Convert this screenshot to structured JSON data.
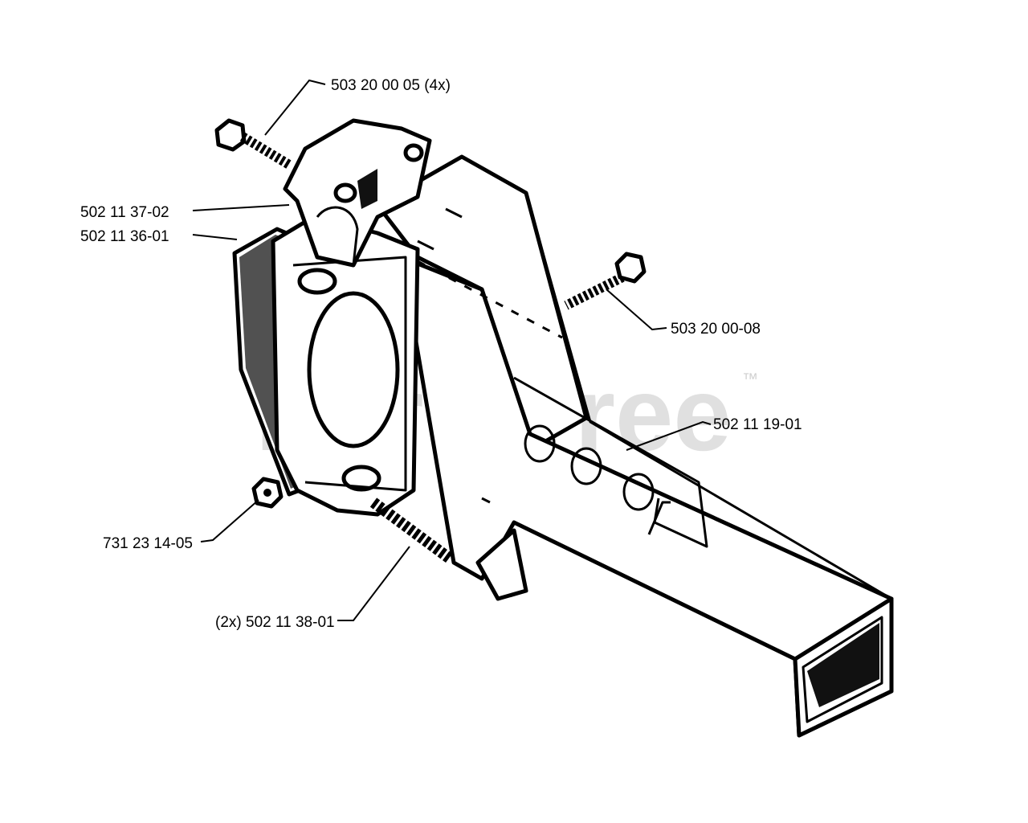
{
  "watermark": {
    "text": "PartsTree",
    "trademark": "™"
  },
  "callouts": [
    {
      "id": "bolt-top",
      "label": "503 20 00 05 (4x)"
    },
    {
      "id": "cover",
      "label": "502 11 37-02"
    },
    {
      "id": "gasket",
      "label": "502 11 36-01"
    },
    {
      "id": "bolt-right",
      "label": "503 20 00-08"
    },
    {
      "id": "tube",
      "label": "502 11 19-01"
    },
    {
      "id": "nut",
      "label": "731 23 14-05"
    },
    {
      "id": "screw-bottom",
      "label": "(2x) 502 11 38-01"
    }
  ]
}
